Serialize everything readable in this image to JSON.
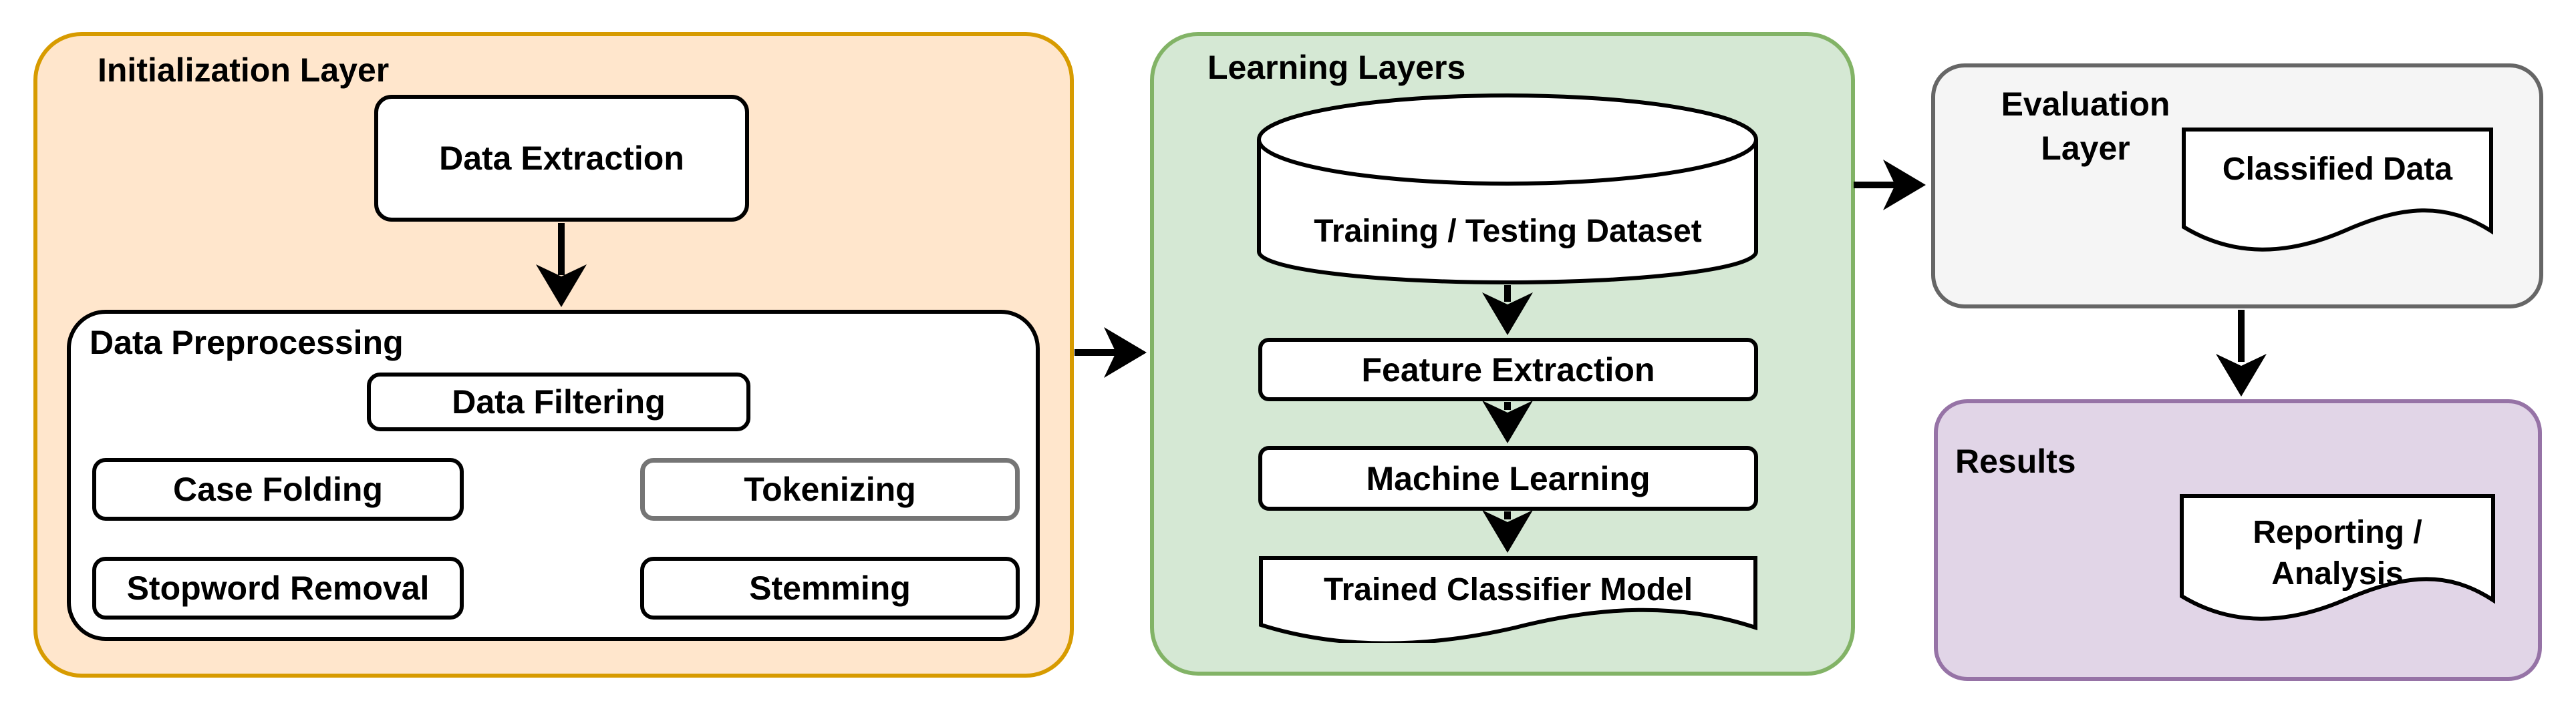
{
  "diagram": {
    "initialization": {
      "title": "Initialization Layer",
      "data_extraction_label": "Data Extraction",
      "preprocessing": {
        "title": "Data Preprocessing",
        "data_filtering_label": "Data Filtering",
        "case_folding_label": "Case Folding",
        "tokenizing_label": "Tokenizing",
        "stopword_removal_label": "Stopword Removal",
        "stemming_label": "Stemming"
      }
    },
    "learning": {
      "title": "Learning Layers",
      "dataset_label": "Training / Testing Dataset",
      "feature_extraction_label": "Feature Extraction",
      "machine_learning_label": "Machine Learning",
      "trained_model_label": "Trained Classifier Model"
    },
    "evaluation": {
      "title": "Evaluation Layer",
      "classified_data_label": "Classified Data"
    },
    "results": {
      "title": "Results",
      "reporting_label": "Reporting / Analysis"
    },
    "colors": {
      "init_fill": "#FFE6CC",
      "init_border": "#D79B00",
      "learning_fill": "#D5E8D4",
      "learning_border": "#82B366",
      "eval_fill": "#F5F5F5",
      "eval_border": "#666666",
      "results_fill": "#E1D5E7",
      "results_border": "#9673A6",
      "node_fill": "#FFFFFF",
      "node_border": "#000000",
      "tokenizing_border": "#757575",
      "arrow_color": "#000000",
      "text_color": "#000000"
    }
  }
}
